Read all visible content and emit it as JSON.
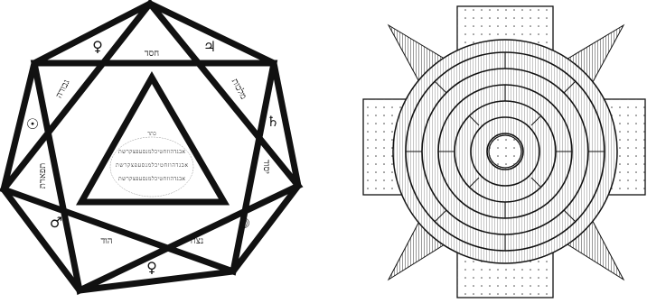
{
  "left_figure": {
    "planet_symbols": {
      "top_left": "♀",
      "top_right": "♃",
      "right": "♄",
      "lower_right": "☽",
      "bottom": "♀",
      "lower_left": "♂",
      "left": "☉"
    },
    "hebrew_labels": {
      "top": "חסד",
      "upper_left": "גבורה",
      "upper_right": "מלכות",
      "center_top": "כתר",
      "left_vertical": "תפארת",
      "right_vertical": "יסוד",
      "bottom_left": "הוד",
      "bottom_right": "נצח"
    },
    "center_letters": "א ב ג ד ה ו ז ח ט י כ ל מ נ ס ע פ צ ק ר ש ת"
  },
  "right_figure": {
    "ring_count": 6
  }
}
